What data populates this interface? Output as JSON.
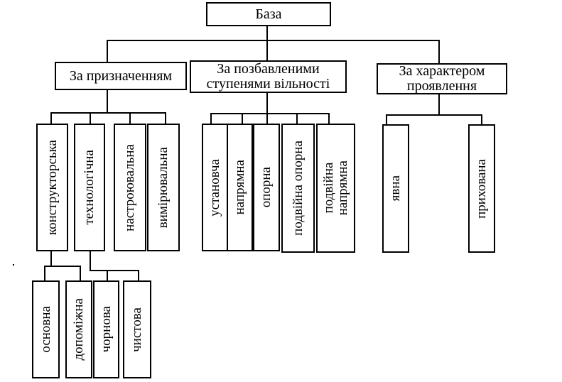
{
  "root": {
    "label": "База"
  },
  "groups": [
    {
      "label": "За призначенням",
      "children": [
        {
          "label": "конструкторська",
          "children": [
            {
              "label": "основна"
            },
            {
              "label": "допоміжна"
            }
          ]
        },
        {
          "label": "технологічна",
          "children": [
            {
              "label": "чорнова"
            },
            {
              "label": "чистова"
            }
          ]
        },
        {
          "label": "настроювальна"
        },
        {
          "label": "вимірювальна"
        }
      ]
    },
    {
      "label_line1": "За позбавленими",
      "label_line2": "ступенями вільності",
      "children": [
        {
          "label": "установча"
        },
        {
          "label": "напрямна"
        },
        {
          "label": "опорна"
        },
        {
          "label": "подвійна опорна"
        },
        {
          "label": "подвійна\nнапрямна"
        }
      ]
    },
    {
      "label_line1": "За характером",
      "label_line2": "проявлення",
      "children": [
        {
          "label": "явна"
        },
        {
          "label": "прихована"
        }
      ]
    }
  ]
}
